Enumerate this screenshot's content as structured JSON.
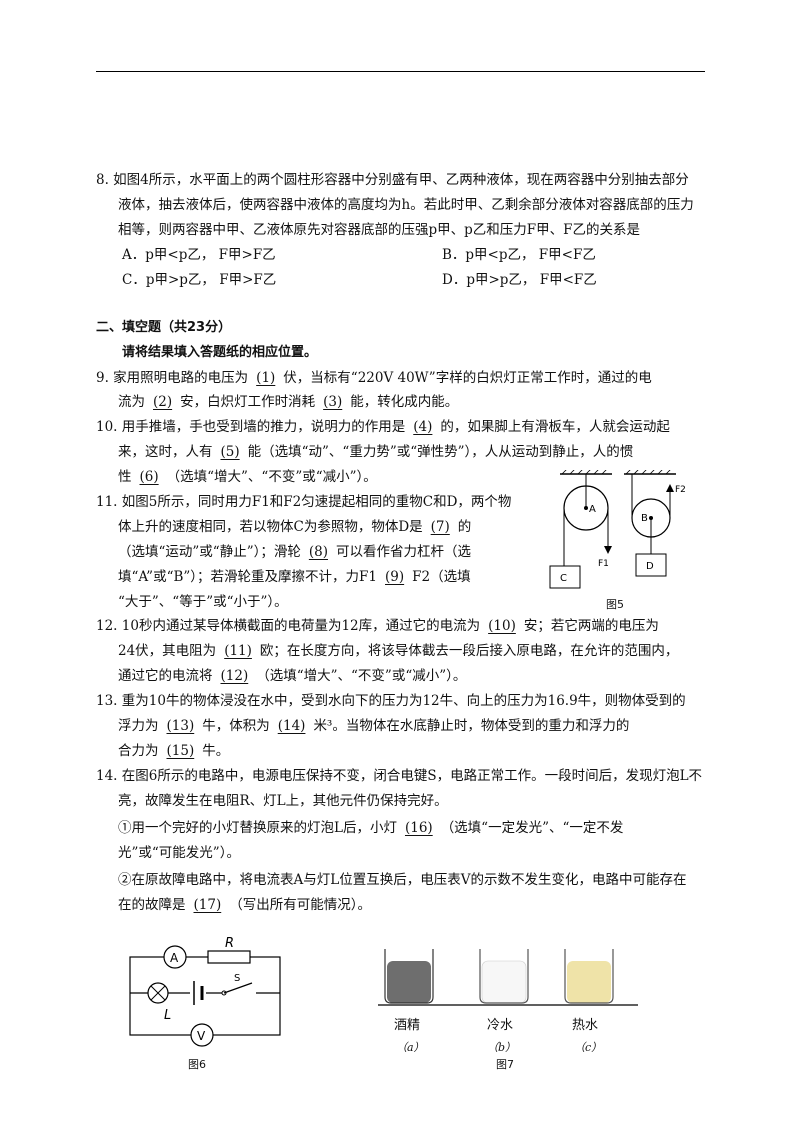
{
  "q8": {
    "line1": "8. 如图4所示，水平面上的两个圆柱形容器中分别盛有甲、乙两种液体，现在两容器中分别抽去部分",
    "line2": "液体，抽去液体后，使两容器中液体的高度均为h。若此时甲、乙剩余部分液体对容器底部的压力",
    "line3": "相等，则两容器中甲、乙液体原先对容器底部的压强p甲、p乙和压力F甲、F乙的关系是",
    "A": "A．p甲<p乙，  F甲>F乙",
    "B": "B．p甲<p乙，  F甲<F乙",
    "C": "C．p甲>p乙，  F甲>F乙",
    "D": "D．p甲>p乙，  F甲<F乙"
  },
  "section2": {
    "title": "二、填空题（共23分）",
    "note": "请将结果填入答题纸的相应位置。"
  },
  "q9": {
    "a": "9. 家用照明电路的电压为",
    "b1": "(1)",
    "a2": "伏，当标有“220V   40W”字样的白炽灯正常工作时，通过的电",
    "c": "流为",
    "b2": "(2)",
    "c2": "安，白炽灯工作时消耗",
    "b3": "(3)",
    "c3": "能，转化成内能。"
  },
  "q10": {
    "a": "10. 用手推墙，手也受到墙的推力，说明力的作用是",
    "b4": "(4)",
    "a2": "的，如果脚上有滑板车，人就会运动起",
    "c": "来，这时，人有",
    "b5": "(5)",
    "c2": "能（选填“动”、“重力势”或“弹性势”），人从运动到静止，人的惯",
    "d": "性",
    "b6": "(6)",
    "d2": "（选填“增大”、“不变”或“减小”）。"
  },
  "q11": {
    "a": "11. 如图5所示，同时用力F1和F2匀速提起相同的重物C和D，两个物",
    "b": "体上升的速度相同，若以物体C为参照物，物体D是",
    "b7": "(7)",
    "b2": "的",
    "c": "（选填“运动”或“静止”）；滑轮",
    "b8": "(8)",
    "c2": "可以看作省力杠杆（选",
    "d": "填“A”或“B”）；若滑轮重及摩擦不计，力F1",
    "b9": "(9)",
    "d2": "F2（选填",
    "e": "“大于”、“等于”或“小于”）。"
  },
  "q12": {
    "a": "12. 10秒内通过某导体横截面的电荷量为12库，通过它的电流为",
    "b10": "(10)",
    "a2": "安；若它两端的电压为",
    "c": "24伏，其电阻为",
    "b11": "(11)",
    "c2": "欧；在长度方向，将该导体截去一段后接入原电路，在允许的范围内，",
    "d": "通过它的电流将",
    "b12": "(12)",
    "d2": "（选填“增大”、“不变”或“减小”）。"
  },
  "q13": {
    "a": "13. 重为10牛的物体浸没在水中，受到水向下的压力为12牛、向上的压力为16.9牛，则物体受到的",
    "c": "浮力为",
    "b13": "(13)",
    "c2": "牛，体积为",
    "b14": "(14)",
    "c3": "米³。当物体在水底静止时，物体受到的重力和浮力的",
    "d": "合力为",
    "b15": "(15)",
    "d2": "牛。"
  },
  "q14": {
    "a": "14. 在图6所示的电路中，电源电压保持不变，闭合电键S，电路正常工作。一段时间后，发现灯泡L不",
    "b": "亮，故障发生在电阻R、灯L上，其他元件仍保持完好。",
    "c": "①用一个完好的小灯替换原来的灯泡L后，小灯",
    "b16": "(16)",
    "c2": "（选填“一定发光”、“一定不发",
    "d": "光”或“可能发光”）。",
    "e": "②在原故障电路中，将电流表A与灯L位置互换后，电压表V的示数不发生变化，电路中可能存在",
    "f": "在的故障是",
    "b17": "(17)",
    "f2": "（写出所有可能情况）。"
  },
  "fig5": {
    "caption": "图5",
    "A": "A",
    "B": "B",
    "C": "C",
    "D": "D",
    "F1": "F1",
    "F2": "F2"
  },
  "fig6": {
    "caption": "图6",
    "A": "A",
    "R": "R",
    "S": "S",
    "L": "L",
    "V": "V"
  },
  "fig7": {
    "caption": "图7",
    "labels": [
      "酒精",
      "冷水",
      "热水"
    ],
    "sub": [
      "（a）",
      "（b）",
      "（c）"
    ],
    "colors": {
      "alcohol": "#6e6e6e",
      "cold": "#f7f7f7",
      "hot": "#efe3a8"
    }
  }
}
